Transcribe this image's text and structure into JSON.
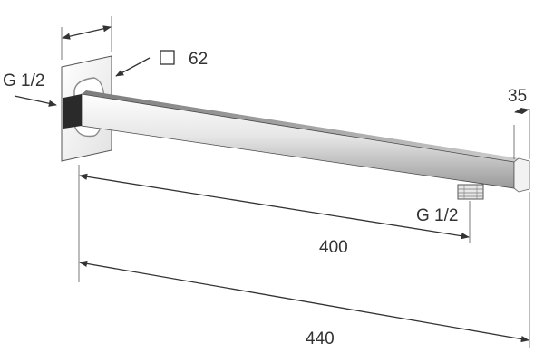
{
  "labels": {
    "inlet_thread": "G 1/2",
    "flange_size": "62",
    "arm_section": "35",
    "outlet_thread": "G 1/2",
    "outlet_distance": "400",
    "overall_length": "440"
  },
  "icons": {
    "flange_symbol": "square-outline-icon"
  },
  "colors": {
    "line": "#333333",
    "chrome_light": "#f4f4f4",
    "chrome_dark": "#5a5a5a",
    "background": "#ffffff"
  }
}
